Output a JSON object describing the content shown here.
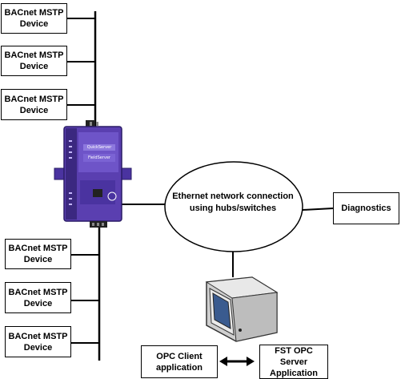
{
  "devices_top": [
    {
      "label": "BACnet MSTP\nDevice"
    },
    {
      "label": "BACnet MSTP\nDevice"
    },
    {
      "label": "BACnet MSTP\nDevice"
    }
  ],
  "devices_bottom": [
    {
      "label": "BACnet MSTP\nDevice"
    },
    {
      "label": "BACnet MSTP\nDevice"
    },
    {
      "label": "BACnet MSTP\nDevice"
    }
  ],
  "network": {
    "label": "Ethernet network connection\nusing hubs/switches"
  },
  "diagnostics": {
    "label": "Diagnostics"
  },
  "opc_client": {
    "label": "OPC Client\napplication"
  },
  "opc_server": {
    "label": "FST OPC\nServer\nApplication"
  },
  "gateway": {
    "brand": "QuickServer",
    "sub": "FieldServer"
  },
  "colors": {
    "gateway": "#5a3fb0",
    "gateway_dark": "#3b2880",
    "monitor": "#d9d9d9",
    "screen": "#3a5b8f"
  },
  "icons": {
    "gateway": "quickserver-gateway-icon",
    "pc": "computer-monitor-icon",
    "arrow": "double-arrow-icon"
  }
}
